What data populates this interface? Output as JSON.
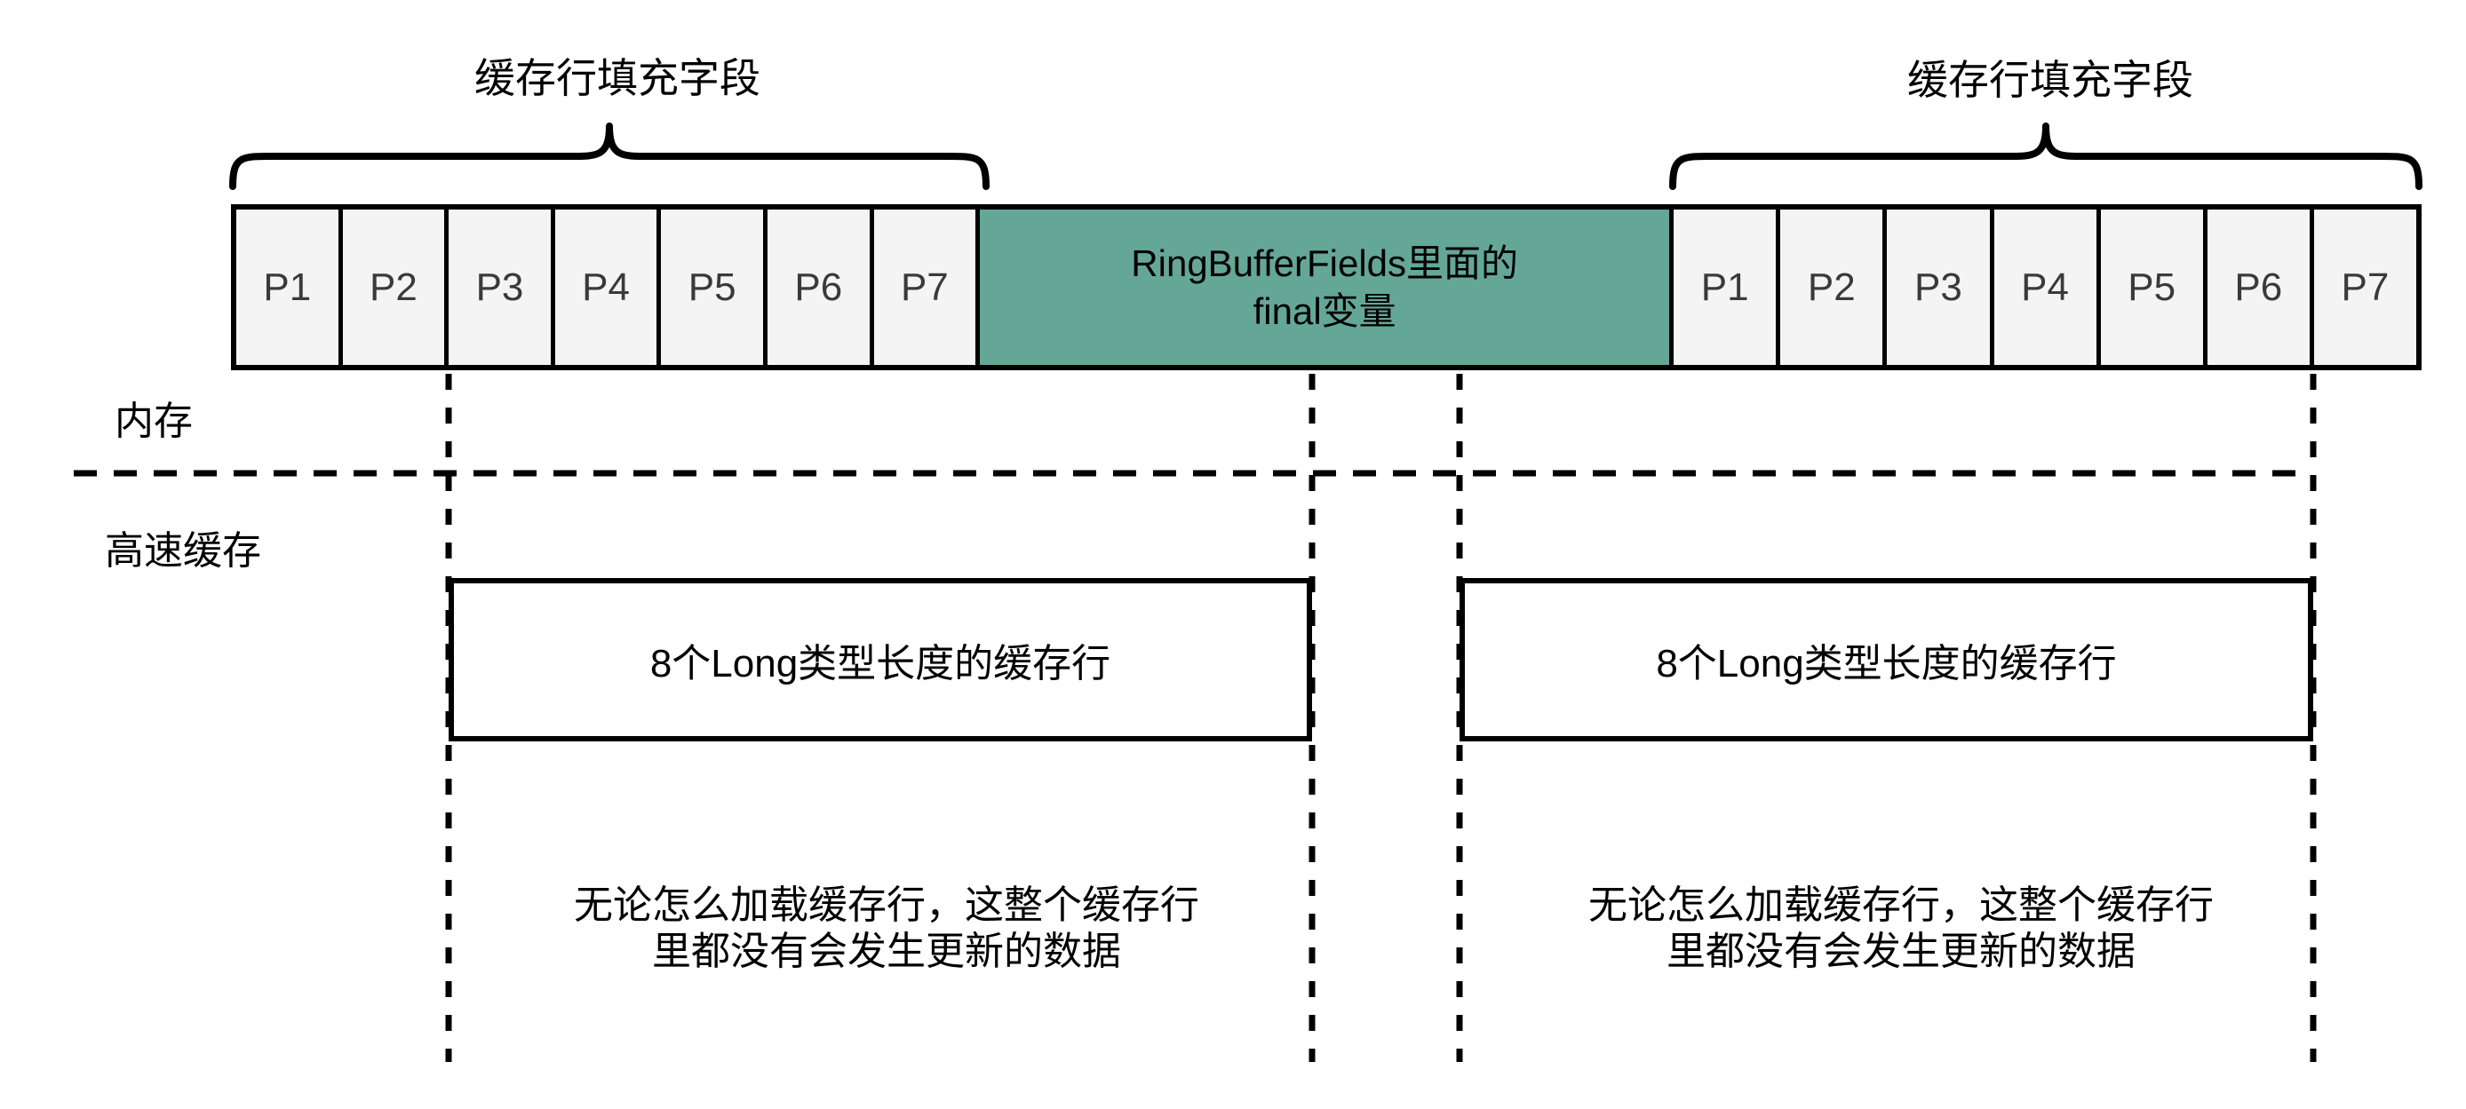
{
  "labels": {
    "padding_left": "缓存行填充字段",
    "padding_right": "缓存行填充字段",
    "memory": "内存",
    "cache": "高速缓存"
  },
  "memory_row": {
    "left_padding_cells": [
      "P1",
      "P2",
      "P3",
      "P4",
      "P5",
      "P6",
      "P7"
    ],
    "ring_buffer": {
      "line1": "RingBufferFields里面的",
      "line2": "final变量"
    },
    "right_padding_cells": [
      "P1",
      "P2",
      "P3",
      "P4",
      "P5",
      "P6",
      "P7"
    ]
  },
  "cache_lines": {
    "left": {
      "label": "8个Long类型长度的缓存行"
    },
    "right": {
      "label": "8个Long类型长度的缓存行"
    }
  },
  "notes": {
    "left": {
      "line1": "无论怎么加载缓存行，这整个缓存行",
      "line2": "里都没有会发生更新的数据"
    },
    "right": {
      "line1": "无论怎么加载缓存行，这整个缓存行",
      "line2": "里都没有会发生更新的数据"
    }
  },
  "colors": {
    "ring_buffer_fill": "#64a797",
    "cell_fill": "#f4f4f4",
    "line": "#000000"
  }
}
